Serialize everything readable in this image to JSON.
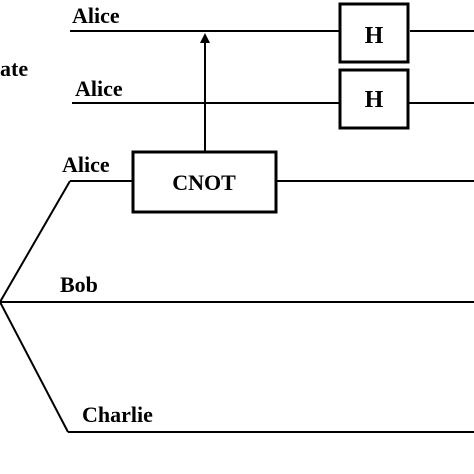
{
  "left_fragment": "ate",
  "qubits": [
    {
      "label": "Alice"
    },
    {
      "label": "Alice"
    },
    {
      "label": "Alice"
    },
    {
      "label": "Bob"
    },
    {
      "label": "Charlie"
    }
  ],
  "gates": {
    "h_top": "H",
    "h_mid": "H",
    "cnot": "CNOT"
  },
  "colors": {
    "line": "#000000",
    "background": "#ffffff"
  }
}
